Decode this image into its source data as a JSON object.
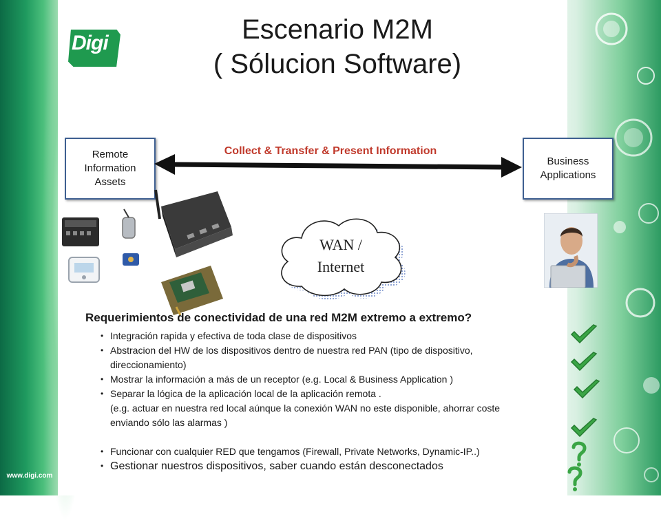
{
  "logo": {
    "text": "Digi",
    "url": "www.digi.com"
  },
  "title": {
    "line1": "Escenario  M2M",
    "line2": "( Sólucion Software)"
  },
  "diagram": {
    "remote_box": {
      "line1": "Remote",
      "line2": "Information",
      "line3": "Assets"
    },
    "business_box": {
      "line1": "Business",
      "line2": "Applications"
    },
    "arrow_label": "Collect  & Transfer & Present Information",
    "cloud": {
      "line1": "WAN /",
      "line2": "Internet"
    }
  },
  "requirements": {
    "heading": "Requerimientos de conectividad de  una red  M2M extremo a extremo?",
    "items": [
      "Integración rapida y efectiva de toda clase de dispositivos",
      "Abstracion del HW   de los dispositivos dentro de nuestra red PAN (tipo de dispositivo,",
      "direccionamiento)",
      "Mostrar la  información a más de un receptor  (e.g. Local & Business Application )",
      "Separar la lógica de  la aplicación local de la aplicación  remota .",
      "(e.g. actuar en nuestra  red local  aúnque la  conexión  WAN  no este disponible,  ahorrar coste",
      "enviando sólo las alarmas )",
      "Funcionar con  cualquier RED  que tengamos (Firewall, Private Networks, Dynamic-IP..)",
      "Gestionar nuestros dispositivos, saber cuando están desconectados"
    ]
  },
  "icons": {
    "check": "check-icon",
    "question": "question-icon"
  },
  "colors": {
    "accent_green": "#2e9b4d",
    "box_border": "#3e5f91",
    "arrow_label": "#c0392b"
  }
}
